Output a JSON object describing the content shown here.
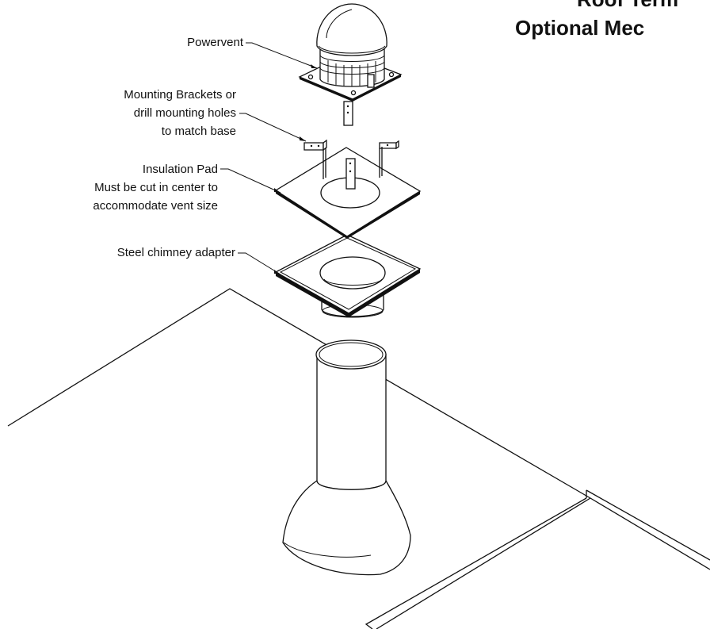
{
  "title": {
    "line1": "Roof Term",
    "line2": "Optional Mec"
  },
  "callouts": {
    "powervent": "Powervent",
    "brackets": [
      "Mounting Brackets or",
      "drill mounting holes",
      "to match base"
    ],
    "insulation": [
      "Insulation Pad",
      "Must be cut in center to",
      "accommodate vent size"
    ],
    "adapter": "Steel chimney adapter"
  }
}
